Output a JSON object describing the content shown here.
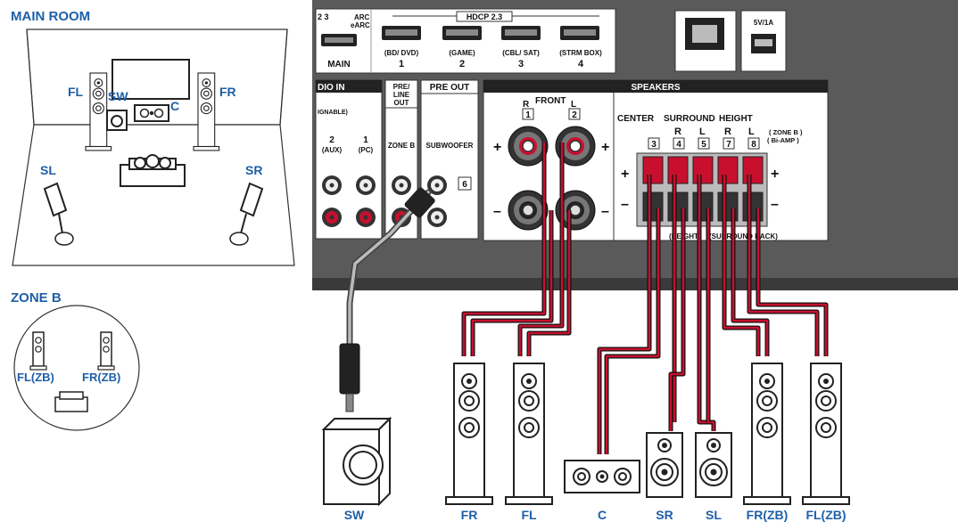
{
  "room": {
    "main_title": "MAIN ROOM",
    "zoneb_title": "ZONE B",
    "labels": {
      "fl": "FL",
      "sw": "SW",
      "fr": "FR",
      "c": "C",
      "sl": "SL",
      "sr": "SR",
      "flzb": "FL(ZB)",
      "frzb": "FR(ZB)"
    }
  },
  "panel": {
    "hdmi_top_left": "2 3",
    "arc": "ARC",
    "earc": "eARC",
    "hdcp": "HDCP 2.3",
    "hdmi_ports": [
      {
        "sub": "",
        "num": "MAIN"
      },
      {
        "sub": "(BD/ DVD)",
        "num": "1"
      },
      {
        "sub": "(GAME)",
        "num": "2"
      },
      {
        "sub": "(CBL/ SAT)",
        "num": "3"
      },
      {
        "sub": "(STRM BOX)",
        "num": "4"
      }
    ],
    "usb_label": "5V/1A",
    "audio_in": "DIO IN",
    "assignable": "IGNABLE)",
    "aux_num": "2",
    "aux_label": "(AUX)",
    "pc_num": "1",
    "pc_label": "(PC)",
    "pre_line_out": [
      "PRE/",
      "LINE",
      "OUT"
    ],
    "zone_b": "ZONE B",
    "pre_out": "PRE OUT",
    "subwoofer": "SUBWOOFER",
    "sub_num": "6",
    "speakers": "SPEAKERS",
    "front": "FRONT",
    "front_r": "R",
    "front_l": "L",
    "front_r_num": "1",
    "front_l_num": "2",
    "center": "CENTER",
    "surround": "SURROUND",
    "height": "HEIGHT",
    "surround_r": "R",
    "surround_l": "L",
    "height_r": "R",
    "height_l": "L",
    "zoneb_biamp_1": "( ZONE B )",
    "zoneb_biamp_2": "( Bi-AMP )",
    "nums": [
      "3",
      "4",
      "5",
      "7",
      "8"
    ],
    "height_bottom": "(HEIGHT)",
    "surround_back": "(SURROUND BACK)",
    "plus": "+",
    "minus": "–"
  },
  "bottom_labels": [
    "SW",
    "FR",
    "FL",
    "C",
    "SR",
    "SL",
    "FR(ZB)",
    "FL(ZB)"
  ],
  "colors": {
    "accent_blue": "#1f5fa8",
    "wire_red": "#c8102e",
    "panel_gray": "#5a5a5a"
  }
}
